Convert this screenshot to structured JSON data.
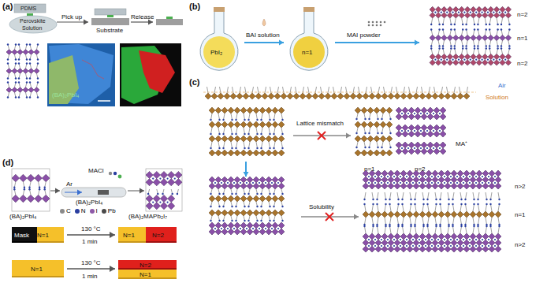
{
  "diagram": {
    "nodes": [
      {
        "text": [
          "N=1"
        ]
      },
      {
        "text": [
          "Mask"
        ],
        "in": 0
      },
      {
        "text": [
          "N=1"
        ]
      },
      {
        "text": [
          "N=2"
        ],
        "in": 2
      },
      {
        "text": [
          "N=1"
        ]
      },
      {
        "text": [
          "N=1"
        ]
      },
      {
        "text": [
          "N=2"
        ],
        "in": 5
      }
    ],
    "edges": [
      {
        "from": 0,
        "to": 2,
        "arrow": "to",
        "label": "130 °C"
      },
      {
        "from": 4,
        "to": 5,
        "arrow": "to",
        "label": "130 °C"
      }
    ],
    "labels": [
      "(a)",
      "PDMS",
      "Perovskite",
      "Solution",
      "Pick up",
      "Substrate",
      "Release",
      "(BA)₂PbI₄",
      "(b)",
      "PbI₂",
      "BAI solution",
      "n=1",
      "MAI powder",
      "n=2",
      "n=1",
      "n=2",
      "(c)",
      "Air",
      "Solution",
      "Lattice mismatch",
      "MA⁺",
      "n=1",
      "n=2",
      "Solubility",
      "n>2",
      "n=1",
      "n>2",
      "(d)",
      "(BA)₂PbI₄",
      "MACl",
      "Ar",
      "(BA)₂PbI₄",
      "(BA)₂MAPb₂I₇",
      "1 min",
      "1 min"
    ],
    "legend": [
      {
        "text": "C",
        "color": "#8a8a8a"
      },
      {
        "text": "N",
        "color": "#2a3fa0"
      },
      {
        "text": "I",
        "color": "#8e5aa8"
      },
      {
        "text": "Pb",
        "color": "#4a4a4a"
      }
    ]
  }
}
